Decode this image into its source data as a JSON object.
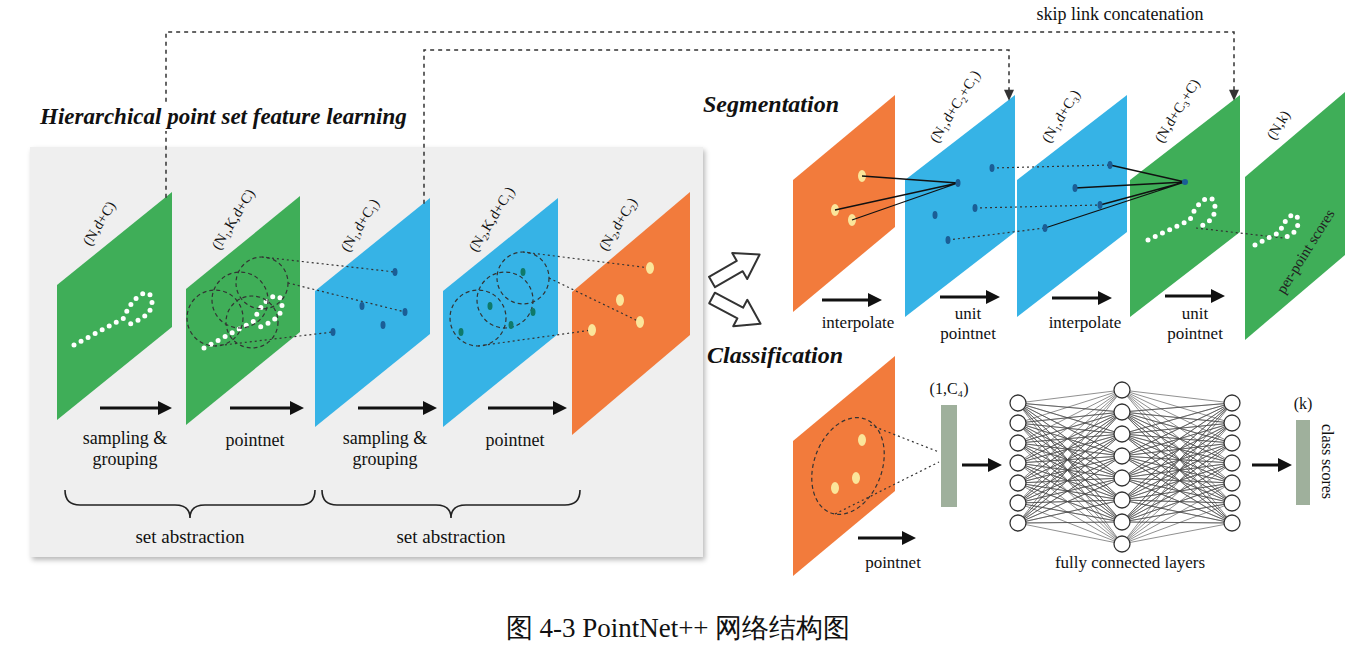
{
  "diagram": {
    "caption": "图 4-3 PointNet++ 网络结构图",
    "nodes": [
      {
        "text": [
          "Hierarchical point set feature learning"
        ]
      },
      {
        "text": [
          "(N,d+C)"
        ],
        "in": 0
      },
      {
        "text": [
          "(N₁,K,d+C)"
        ],
        "in": 0
      },
      {
        "text": [
          "(N₁,d+C₁)"
        ],
        "in": 0
      },
      {
        "text": [
          "(N₂,K,d+C₁)"
        ],
        "in": 0
      },
      {
        "text": [
          "(N₂,d+C₂)"
        ],
        "in": 0
      },
      {
        "text": [
          "(N₁,d+C₂+C₁)"
        ]
      },
      {
        "text": [
          "(N₁,d+C₃)"
        ]
      },
      {
        "text": [
          "(N,d+C₃+C)"
        ]
      },
      {
        "text": [
          "(N,k)",
          "per-point scores"
        ]
      },
      {
        "text": [
          "(1,C₄)"
        ]
      },
      {
        "text": [
          "(k)",
          "class scores"
        ]
      }
    ],
    "edges": [
      {
        "from": 1,
        "to": 8,
        "arrow": "to"
      },
      {
        "from": 3,
        "to": 6,
        "arrow": "to"
      }
    ],
    "labels": [
      "skip link concatenation",
      "Segmentation",
      "Classification",
      "sampling & grouping",
      "pointnet",
      "sampling & grouping",
      "pointnet",
      "set abstraction",
      "set abstraction",
      "interpolate",
      "unit pointnet",
      "interpolate",
      "unit pointnet",
      "pointnet",
      "fully connected layers"
    ]
  }
}
